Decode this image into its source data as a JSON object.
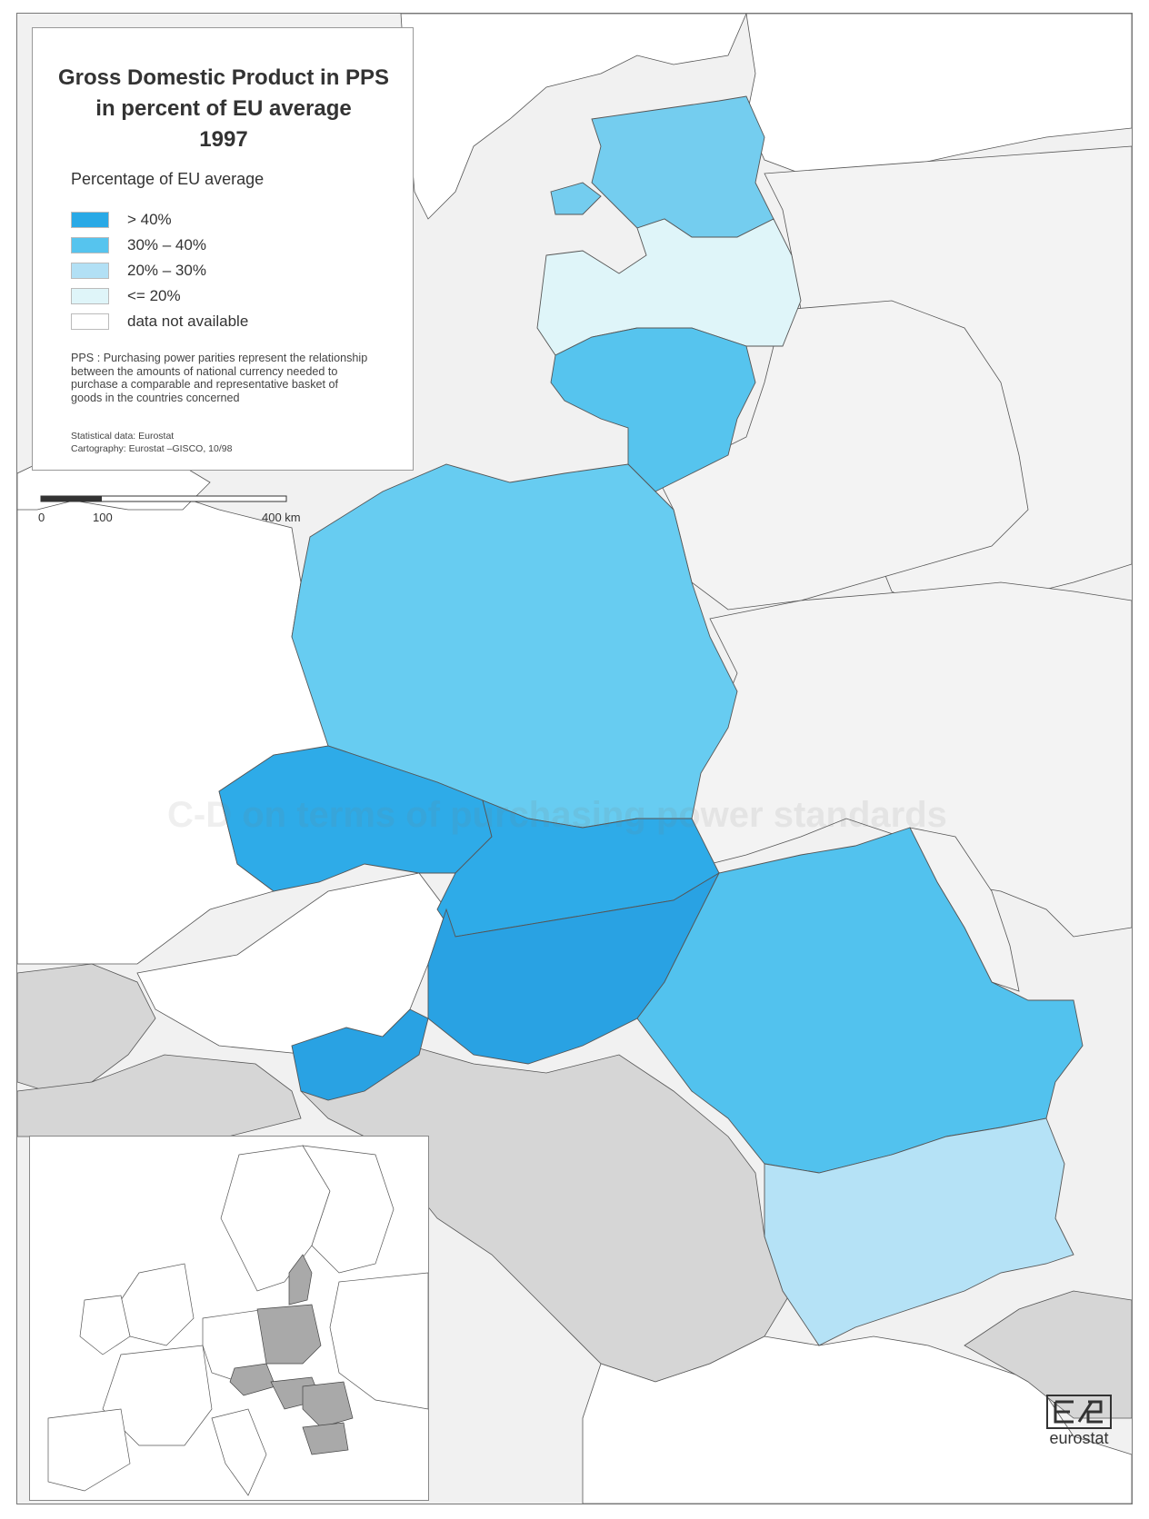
{
  "title": {
    "line1": "Gross Domestic Product in PPS",
    "line2": "in percent of EU average",
    "line3": "1997"
  },
  "legend": {
    "heading": "Percentage of EU average",
    "items": [
      {
        "label": "> 40%",
        "color": "#29a9e6"
      },
      {
        "label": "30% – 40%",
        "color": "#56c4ee"
      },
      {
        "label": "20% – 30%",
        "color": "#b2e0f5"
      },
      {
        "label": "<= 20%",
        "color": "#dff5f9"
      },
      {
        "label": "data not available",
        "color": "#ffffff"
      }
    ]
  },
  "note": "PPS : Purchasing power parities represent the relationship between the amounts of national currency needed to purchase a comparable and representative basket of goods in the countries concerned",
  "source": {
    "data": "Statistical data: Eurostat",
    "cartography": "Cartography: Eurostat –GISCO, 10/98"
  },
  "scale": {
    "tick0": "0",
    "tick1": "100",
    "tick2": "400 km"
  },
  "logo_text": "eurostat",
  "background_heading": "C-D on terms of purchasing power standards",
  "colors": {
    "sea": "#f1f1f1",
    "other_land": "#ffffff",
    "grey_land": "#d6d6d6",
    "border": "#555555"
  },
  "map_regions": [
    {
      "name": "estonia",
      "class": "30% – 40%"
    },
    {
      "name": "latvia",
      "class": "<= 20%"
    },
    {
      "name": "lithuania",
      "class": "30% – 40%"
    },
    {
      "name": "poland",
      "class": "30% – 40%"
    },
    {
      "name": "czech-republic",
      "class": "> 40%"
    },
    {
      "name": "slovakia",
      "class": "> 40%"
    },
    {
      "name": "hungary",
      "class": "> 40%"
    },
    {
      "name": "slovenia",
      "class": "> 40%"
    },
    {
      "name": "romania",
      "class": "30% – 40%"
    },
    {
      "name": "bulgaria",
      "class": "20% – 30%"
    }
  ]
}
